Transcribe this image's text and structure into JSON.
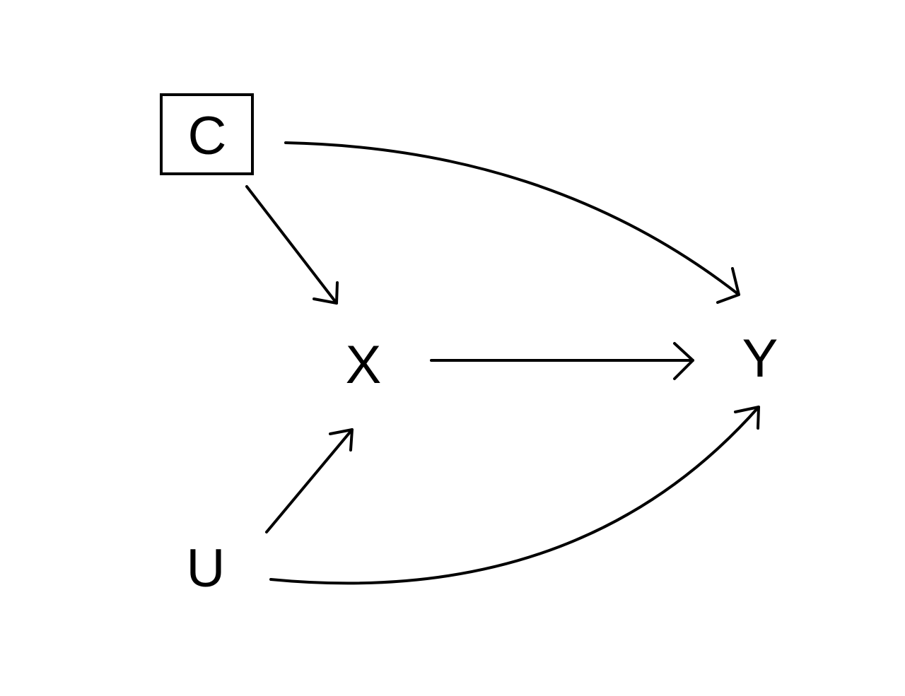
{
  "diagram": {
    "nodes": [
      {
        "id": "C",
        "label": "C",
        "boxed": true
      },
      {
        "id": "X",
        "label": "X",
        "boxed": false
      },
      {
        "id": "Y",
        "label": "Y",
        "boxed": false
      },
      {
        "id": "U",
        "label": "U",
        "boxed": false
      }
    ],
    "edges": [
      {
        "from": "C",
        "to": "Y"
      },
      {
        "from": "C",
        "to": "X"
      },
      {
        "from": "X",
        "to": "Y"
      },
      {
        "from": "U",
        "to": "X"
      },
      {
        "from": "U",
        "to": "Y"
      }
    ],
    "colors": {
      "stroke": "#000000",
      "background": "#ffffff"
    }
  }
}
